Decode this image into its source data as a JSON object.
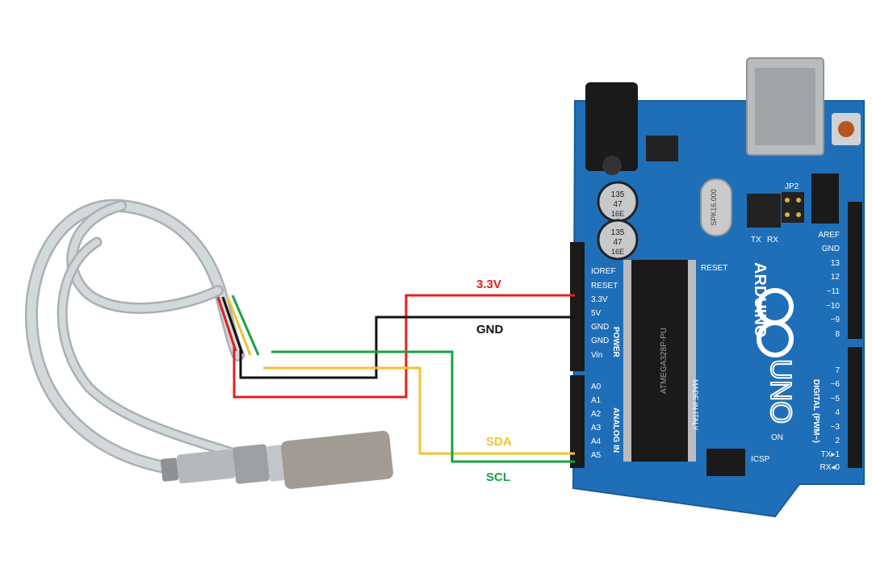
{
  "connections": {
    "vcc": {
      "label": "3.3V",
      "color": "#e0201c"
    },
    "gnd": {
      "label": "GND",
      "color": "#111111"
    },
    "sda": {
      "label": "SDA",
      "color": "#f1c232"
    },
    "scl": {
      "label": "SCL",
      "color": "#1aa245"
    }
  },
  "board": {
    "color": "#1f6fb8",
    "power_header": [
      "IOREF",
      "RESET",
      "3.3V",
      "5V",
      "GND",
      "GND",
      "Vin"
    ],
    "power_title": "POWER",
    "analog_header": [
      "A0",
      "A1",
      "A2",
      "A3",
      "A4",
      "A5"
    ],
    "analog_title": "ANALOG IN",
    "digital_header": [
      "AREF",
      "GND",
      "13",
      "12",
      "~11",
      "~10",
      "~9",
      "8",
      "7",
      "~6",
      "~5",
      "4",
      "~3",
      "2",
      "TX▸1",
      "RX◂0"
    ],
    "digital_title": "DIGITAL (PWM~)",
    "brand": "ARDUINO",
    "model": "UNO",
    "made_in": "MADE IN ITALY",
    "chip_marking": "ATMEGA328P-PU",
    "crystal_marking": "SPK16.000",
    "capacitor_marking": [
      "135",
      "47",
      "16E"
    ],
    "reset_label": "RESET",
    "jumper_label": "JP2",
    "icsp_label": "ICSP",
    "on_label": "ON",
    "tx_label": "TX",
    "rx_label": "RX"
  },
  "sensor": {
    "cable_color": "#c9cfd2",
    "probe_color": "#a19b93"
  }
}
